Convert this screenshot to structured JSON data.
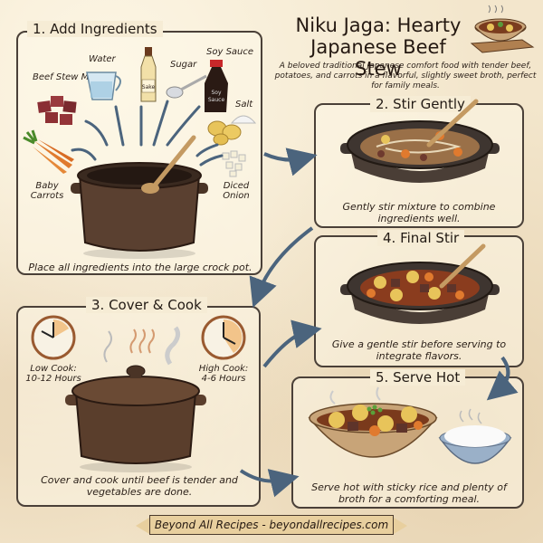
{
  "header": {
    "title_line1": "Niku Jaga: Hearty",
    "title_line2": "Japanese Beef Stew",
    "subtitle": "A beloved traditional Japanese comfort food with tender beef, potatoes, and carrots in a flavorful, slightly sweet broth, perfect for family meals.",
    "icon": "stew-bowl-icon"
  },
  "steps": [
    {
      "id": 1,
      "title": "1. Add Ingredients",
      "caption": "Place all ingredients into the large crock pot.",
      "ingredients": [
        {
          "label": "Water",
          "icon": "measuring-cup-icon"
        },
        {
          "label": "Sake",
          "icon": "sake-bottle-icon"
        },
        {
          "label": "Sugar",
          "icon": "spoon-icon"
        },
        {
          "label": "Soy Sauce",
          "icon": "soy-sauce-bottle-icon",
          "bottle_label": "Soy Sauce"
        },
        {
          "label": "Salt",
          "icon": "salt-pile-icon"
        },
        {
          "label": "Beef Stew Meat",
          "icon": "beef-cubes-icon"
        },
        {
          "label": "Baby Carrots",
          "icon": "carrots-icon"
        },
        {
          "label": "Diced Onion",
          "icon": "onion-icon"
        },
        {
          "label": "",
          "icon": "potatoes-icon"
        }
      ]
    },
    {
      "id": 2,
      "title": "2. Stir Gently",
      "caption": "Gently stir mixture to combine ingredients well."
    },
    {
      "id": 3,
      "title": "3. Cover & Cook",
      "caption": "Cover and cook until beef is tender and vegetables are done.",
      "clocks": [
        {
          "label_line1": "Low Cook:",
          "label_line2": "10-12 Hours"
        },
        {
          "label_line1": "High Cook:",
          "label_line2": "4-6 Hours"
        }
      ]
    },
    {
      "id": 4,
      "title": "4. Final Stir",
      "caption": "Give a gentle stir before serving to integrate flavors."
    },
    {
      "id": 5,
      "title": "5. Serve Hot",
      "caption": "Serve hot with sticky rice and plenty of broth for a comforting meal."
    }
  ],
  "footer": {
    "text": "Beyond All Recipes - beyondallrecipes.com"
  },
  "colors": {
    "paper": "#f3e6cc",
    "ink": "#2a1f18",
    "arrow": "#4b647d",
    "pot": "#4a3426",
    "carrot": "#e07a2e",
    "potato": "#e8c45a",
    "beef": "#6e3a2e",
    "banner": "#e8cf9e"
  }
}
